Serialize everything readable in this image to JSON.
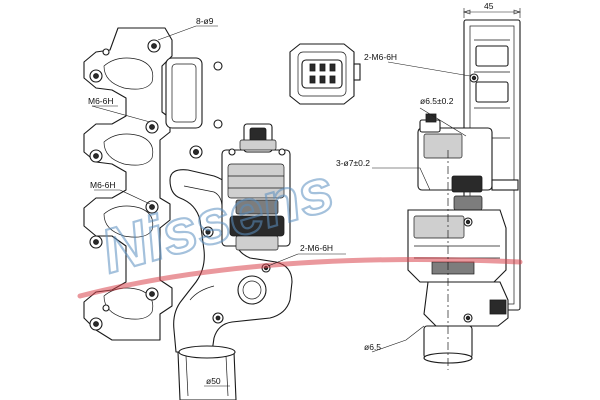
{
  "labels": {
    "holes_front": "8-ø9",
    "stud_upper": "M6-6H",
    "stud_lower": "M6-6H",
    "thread_mount": "2-M6-6H",
    "thread_side": "2-M6-6H",
    "dia_small": "ø6.5±0.2",
    "dia_three": "3-ø7±0.2",
    "dia_bottom": "ø6.5",
    "dia_outlet": "ø50",
    "width_dim": "45"
  },
  "watermark": {
    "brand": "Nissens",
    "colors": {
      "blue": "#5a8fc0",
      "red": "#d9434c"
    }
  }
}
